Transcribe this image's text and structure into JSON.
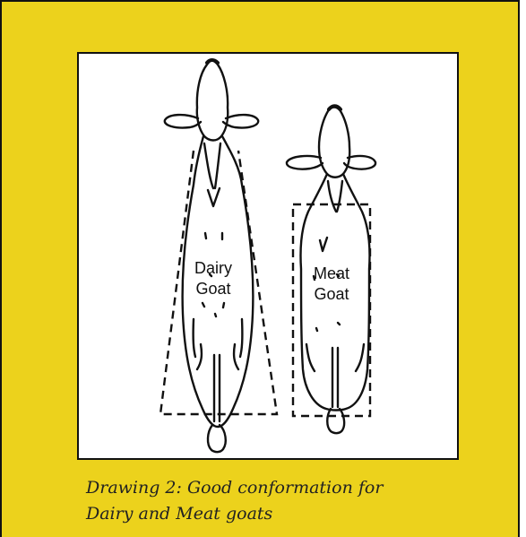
{
  "labels": {
    "dairy_line1": "Dairy",
    "dairy_line2": "Goat",
    "meat_line1": "Meat",
    "meat_line2": "Goat"
  },
  "caption": {
    "line1": "Drawing 2: Good conformation for",
    "line2": "Dairy and Meat goats"
  },
  "colors": {
    "background": "#ecd21c",
    "border": "#111111",
    "figure_background": "#ffffff"
  }
}
